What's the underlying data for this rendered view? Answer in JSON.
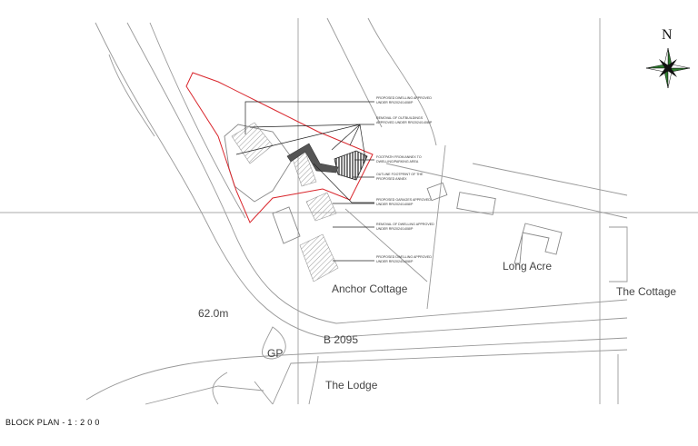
{
  "title": "BLOCK PLAN - 1 : 2 0 0",
  "north_label": "N",
  "place_labels": {
    "long_acre": "Long Acre",
    "anchor_cottage": "Anchor Cottage",
    "the_cottage": "The Cottage",
    "spot_height": "62.0m",
    "gp": "GP",
    "road": "B 2095",
    "the_lodge": "The Lodge"
  },
  "annotations": [
    "Proposed dwelling approved under RR/2024/1408/P",
    "Removal of outbuildings approved under RR/2024/1408/P",
    "Footpath from annex to dwelling/parking area",
    "Outline footprint of the proposed annex",
    "Proposed garages approved under RR/2024/1408/P",
    "Removal of dwelling approved under RR/2024/1408/P",
    "Proposed dwelling approved under RR/2024/1408/P"
  ],
  "colors": {
    "site_boundary": "#d9262c",
    "compass_green": "#2e7d2e",
    "map_lines": "#888888"
  }
}
